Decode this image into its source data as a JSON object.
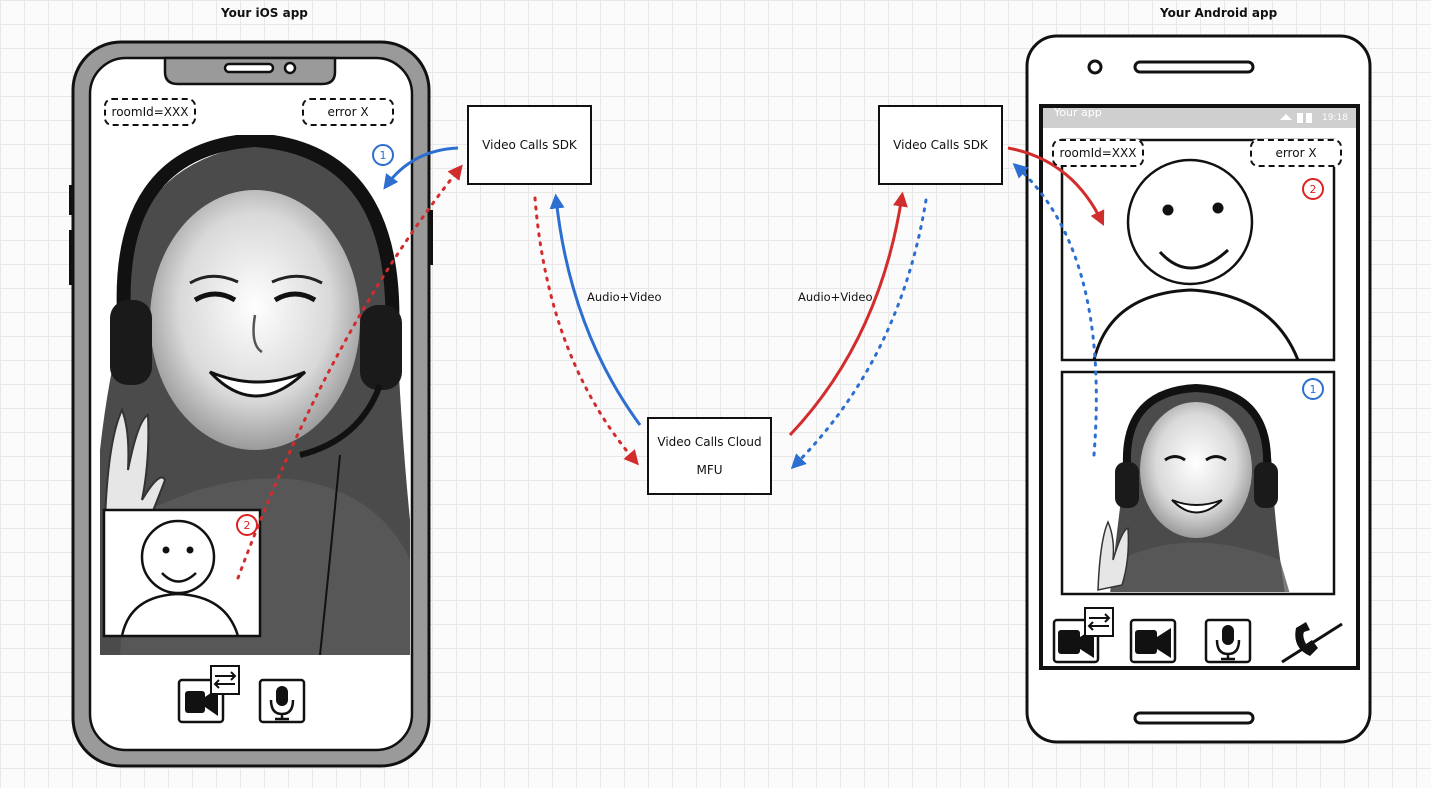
{
  "diagram": {
    "ios_title": "Your iOS app",
    "android_title": "Your Android app",
    "ios": {
      "room_label": "roomId=XXX",
      "error_label": "error X",
      "remote_badge": "1",
      "local_badge": "2"
    },
    "android": {
      "status_app": "Your app",
      "status_time": "19:18",
      "room_label": "roomId=XXX",
      "error_label": "error X",
      "remote_badge": "2",
      "local_badge": "1"
    },
    "sdk_left": "Video Calls SDK",
    "sdk_right": "Video Calls SDK",
    "cloud_line1": "Video Calls Cloud",
    "cloud_line2": "MFU",
    "edge_left": "Audio+Video",
    "edge_right": "Audio+Video",
    "colors": {
      "blue": "#2c6fd1",
      "red": "#d22d2d",
      "ink": "#111111"
    }
  }
}
